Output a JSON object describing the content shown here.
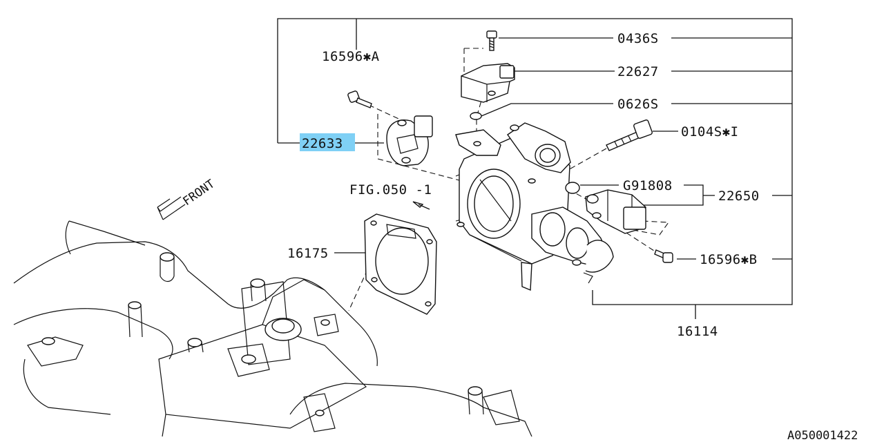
{
  "parts": {
    "p0436s": "0436S",
    "p22627": "22627",
    "p16596a": "16596✱A",
    "p0626s": "0626S",
    "p0104s": "0104S✱I",
    "p22633": "22633",
    "pg91808": "G91808",
    "p22650": "22650",
    "fig": "FIG.050 -1",
    "p16175": "16175",
    "p16596b": "16596✱B",
    "p16114": "16114"
  },
  "front_label": "FRONT",
  "diagram_id": "A050001422",
  "highlight_color": "#7fd0f5"
}
